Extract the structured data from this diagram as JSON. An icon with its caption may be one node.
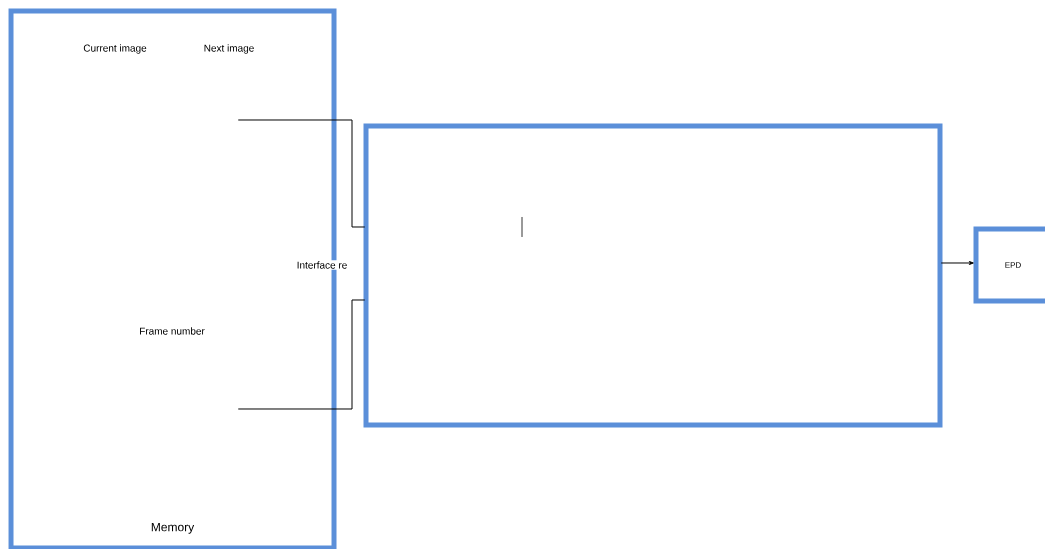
{
  "diagram": {
    "nodes": [
      {
        "text": [
          "Memory"
        ]
      },
      {
        "text": [],
        "shape": "box"
      },
      {
        "text": [
          "EPD"
        ]
      }
    ],
    "edges": [
      {
        "from": 0,
        "to": 1,
        "arrow": "none"
      },
      {
        "from": 0,
        "to": 1,
        "arrow": "none"
      },
      {
        "from": 1,
        "to": 2,
        "arrow": "to"
      }
    ],
    "labels": [
      "Current image",
      "Next image",
      "Interface re",
      "Frame number"
    ]
  }
}
